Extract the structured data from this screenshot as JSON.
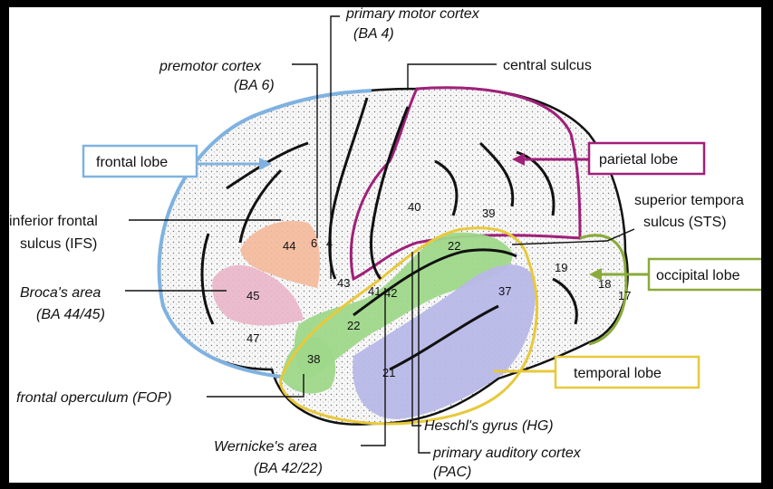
{
  "labels": {
    "primary_motor_cortex": "primary motor cortex",
    "ba4": "(BA 4)",
    "premotor_cortex": "premotor cortex",
    "ba6": "(BA 6)",
    "central_sulcus": "central sulcus",
    "frontal_lobe": "frontal lobe",
    "parietal_lobe": "parietal lobe",
    "inferior_frontal_1": "inferior frontal",
    "inferior_frontal_2": "sulcus (IFS)",
    "superior_temporal_1": "superior tempora",
    "superior_temporal_2": "sulcus (STS)",
    "brocas_area": "Broca's area",
    "ba4445": "(BA 44/45)",
    "occipital_lobe": "occipital lobe",
    "temporal_lobe": "temporal lobe",
    "frontal_operculum": "frontal operculum (FOP)",
    "heschls_gyrus": "Heschl's gyrus (HG)",
    "wernickes_area": "Wernicke's area",
    "ba4222": "(BA 42/22)",
    "primary_auditory_cortex": "primary auditory cortex",
    "pac": "(PAC)"
  },
  "areas": {
    "a44": "44",
    "a45": "45",
    "a47": "47",
    "a6": "6",
    "a4": "4",
    "a43": "43",
    "a41": "41",
    "a42": "42",
    "a40": "40",
    "a39": "39",
    "a22_upper": "22",
    "a22_lower": "22",
    "a38": "38",
    "a21": "21",
    "a37": "37",
    "a19": "19",
    "a18": "18",
    "a17": "17"
  },
  "colors": {
    "frontal_lobe": "#7fb2e0",
    "parietal_lobe": "#a0207a",
    "occipital_lobe": "#8aaa3a",
    "temporal_lobe": "#e8c93a",
    "brocas_44": "#f4b89a",
    "brocas_45": "#e9b5c8",
    "superior_temporal": "#9fd88a",
    "middle_temporal": "#b8b8e8"
  }
}
